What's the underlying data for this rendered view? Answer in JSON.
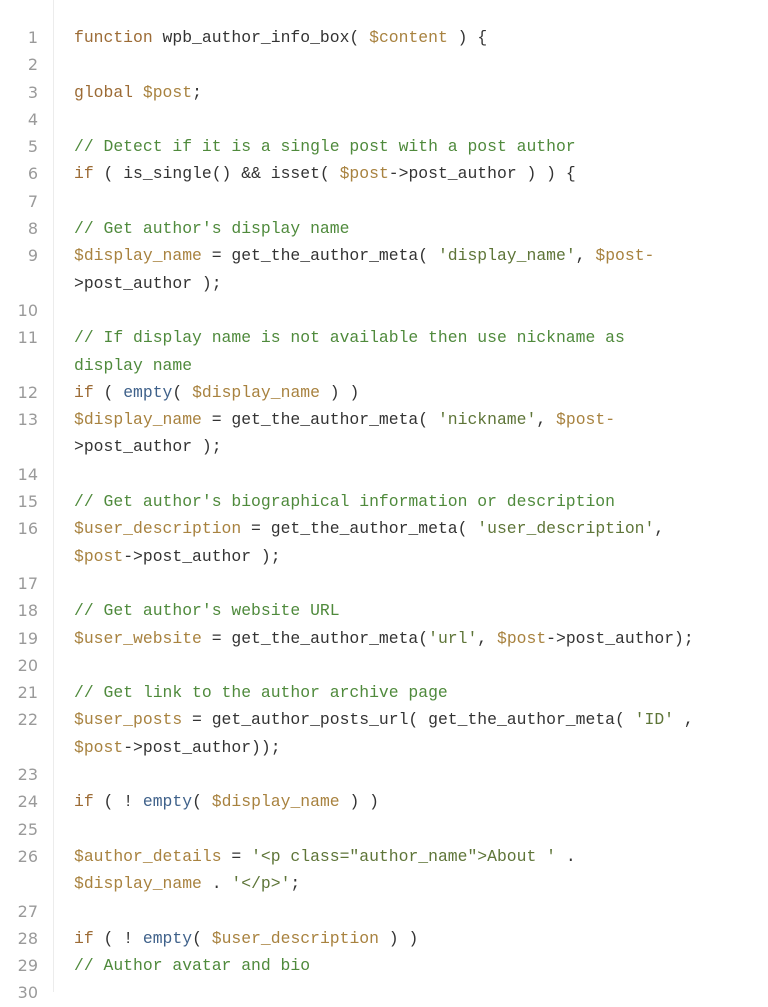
{
  "colors": {
    "keyword": "#9c6b35",
    "variable": "#a8823f",
    "comment": "#4f8a3c",
    "string": "#5e7538",
    "builtin": "#3f618a",
    "plain": "#333333",
    "line_number": "#9a9a9a"
  },
  "lines": [
    {
      "n": "1",
      "rows": [
        [
          [
            "kw",
            "function"
          ],
          [
            "pl",
            " wpb_author_info_box( "
          ],
          [
            "var",
            "$content"
          ],
          [
            "pl",
            " ) {"
          ]
        ]
      ]
    },
    {
      "n": "2",
      "rows": [
        []
      ]
    },
    {
      "n": "3",
      "rows": [
        [
          [
            "kw",
            "global"
          ],
          [
            "pl",
            " "
          ],
          [
            "var",
            "$post"
          ],
          [
            "pl",
            ";"
          ]
        ]
      ]
    },
    {
      "n": "4",
      "rows": [
        []
      ]
    },
    {
      "n": "5",
      "rows": [
        [
          [
            "cm",
            "// Detect if it is a single post with a post author"
          ]
        ]
      ]
    },
    {
      "n": "6",
      "rows": [
        [
          [
            "kw",
            "if"
          ],
          [
            "pl",
            " ( is_single() && isset( "
          ],
          [
            "var",
            "$post"
          ],
          [
            "pl",
            "->post_author ) ) {"
          ]
        ]
      ]
    },
    {
      "n": "7",
      "rows": [
        []
      ]
    },
    {
      "n": "8",
      "rows": [
        [
          [
            "cm",
            "// Get author's display name"
          ]
        ]
      ]
    },
    {
      "n": "9",
      "rows": [
        [
          [
            "var",
            "$display_name"
          ],
          [
            "pl",
            " = get_the_author_meta( "
          ],
          [
            "str",
            "'display_name'"
          ],
          [
            "pl",
            ", "
          ],
          [
            "var",
            "$post-"
          ]
        ],
        [
          [
            "pl",
            ">post_author );"
          ]
        ]
      ]
    },
    {
      "n": "10",
      "rows": [
        []
      ]
    },
    {
      "n": "11",
      "rows": [
        [
          [
            "cm",
            "// If display name is not available then use nickname as"
          ]
        ],
        [
          [
            "cm",
            "display name"
          ]
        ]
      ]
    },
    {
      "n": "12",
      "rows": [
        [
          [
            "kw",
            "if"
          ],
          [
            "pl",
            " ( "
          ],
          [
            "fn",
            "empty"
          ],
          [
            "pl",
            "( "
          ],
          [
            "var",
            "$display_name"
          ],
          [
            "pl",
            " ) )"
          ]
        ]
      ]
    },
    {
      "n": "13",
      "rows": [
        [
          [
            "var",
            "$display_name"
          ],
          [
            "pl",
            " = get_the_author_meta( "
          ],
          [
            "str",
            "'nickname'"
          ],
          [
            "pl",
            ", "
          ],
          [
            "var",
            "$post-"
          ]
        ],
        [
          [
            "pl",
            ">post_author );"
          ]
        ]
      ]
    },
    {
      "n": "14",
      "rows": [
        []
      ]
    },
    {
      "n": "15",
      "rows": [
        [
          [
            "cm",
            "// Get author's biographical information or description"
          ]
        ]
      ]
    },
    {
      "n": "16",
      "rows": [
        [
          [
            "var",
            "$user_description"
          ],
          [
            "pl",
            " = get_the_author_meta( "
          ],
          [
            "str",
            "'user_description'"
          ],
          [
            "pl",
            ","
          ]
        ],
        [
          [
            "var",
            "$post"
          ],
          [
            "pl",
            "->post_author );"
          ]
        ]
      ]
    },
    {
      "n": "17",
      "rows": [
        []
      ]
    },
    {
      "n": "18",
      "rows": [
        [
          [
            "cm",
            "// Get author's website URL"
          ]
        ]
      ]
    },
    {
      "n": "19",
      "rows": [
        [
          [
            "var",
            "$user_website"
          ],
          [
            "pl",
            " = get_the_author_meta("
          ],
          [
            "str",
            "'url'"
          ],
          [
            "pl",
            ", "
          ],
          [
            "var",
            "$post"
          ],
          [
            "pl",
            "->post_author);"
          ]
        ]
      ]
    },
    {
      "n": "20",
      "rows": [
        []
      ]
    },
    {
      "n": "21",
      "rows": [
        [
          [
            "cm",
            "// Get link to the author archive page"
          ]
        ]
      ]
    },
    {
      "n": "22",
      "rows": [
        [
          [
            "var",
            "$user_posts"
          ],
          [
            "pl",
            " = get_author_posts_url( get_the_author_meta( "
          ],
          [
            "str",
            "'ID'"
          ],
          [
            "pl",
            " ,"
          ]
        ],
        [
          [
            "var",
            "$post"
          ],
          [
            "pl",
            "->post_author));"
          ]
        ]
      ]
    },
    {
      "n": "23",
      "rows": [
        []
      ]
    },
    {
      "n": "24",
      "rows": [
        [
          [
            "kw",
            "if"
          ],
          [
            "pl",
            " ( ! "
          ],
          [
            "fn",
            "empty"
          ],
          [
            "pl",
            "( "
          ],
          [
            "var",
            "$display_name"
          ],
          [
            "pl",
            " ) )"
          ]
        ]
      ]
    },
    {
      "n": "25",
      "rows": [
        []
      ]
    },
    {
      "n": "26",
      "rows": [
        [
          [
            "var",
            "$author_details"
          ],
          [
            "pl",
            " = "
          ],
          [
            "str",
            "'<p class=\"author_name\">About '"
          ],
          [
            "pl",
            " ."
          ]
        ],
        [
          [
            "var",
            "$display_name"
          ],
          [
            "pl",
            " . "
          ],
          [
            "str",
            "'</p>'"
          ],
          [
            "pl",
            ";"
          ]
        ]
      ]
    },
    {
      "n": "27",
      "rows": [
        []
      ]
    },
    {
      "n": "28",
      "rows": [
        [
          [
            "kw",
            "if"
          ],
          [
            "pl",
            " ( ! "
          ],
          [
            "fn",
            "empty"
          ],
          [
            "pl",
            "( "
          ],
          [
            "var",
            "$user_description"
          ],
          [
            "pl",
            " ) )"
          ]
        ]
      ]
    },
    {
      "n": "29",
      "rows": [
        [
          [
            "cm",
            "// Author avatar and bio"
          ]
        ]
      ]
    },
    {
      "n": "30",
      "rows": [
        []
      ]
    }
  ]
}
